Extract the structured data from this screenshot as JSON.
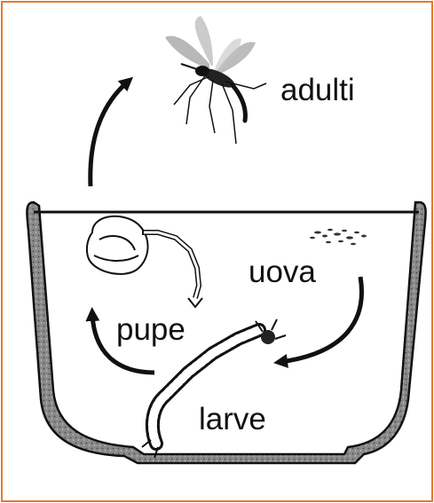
{
  "stages": {
    "adults": "adulti",
    "eggs": "uova",
    "pupae": "pupe",
    "larvae": "larve"
  },
  "colors": {
    "frame": "#e07a2e",
    "ink": "#111111",
    "container_fill": "#8a8a8a"
  }
}
